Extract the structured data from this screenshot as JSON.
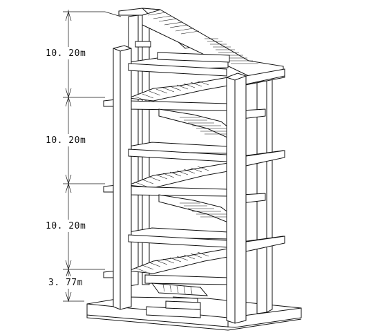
{
  "dimensions": [
    {
      "label": "10. 20m"
    },
    {
      "label": "10. 20m"
    },
    {
      "label": "10. 20m"
    },
    {
      "label": "3. 77m"
    }
  ]
}
